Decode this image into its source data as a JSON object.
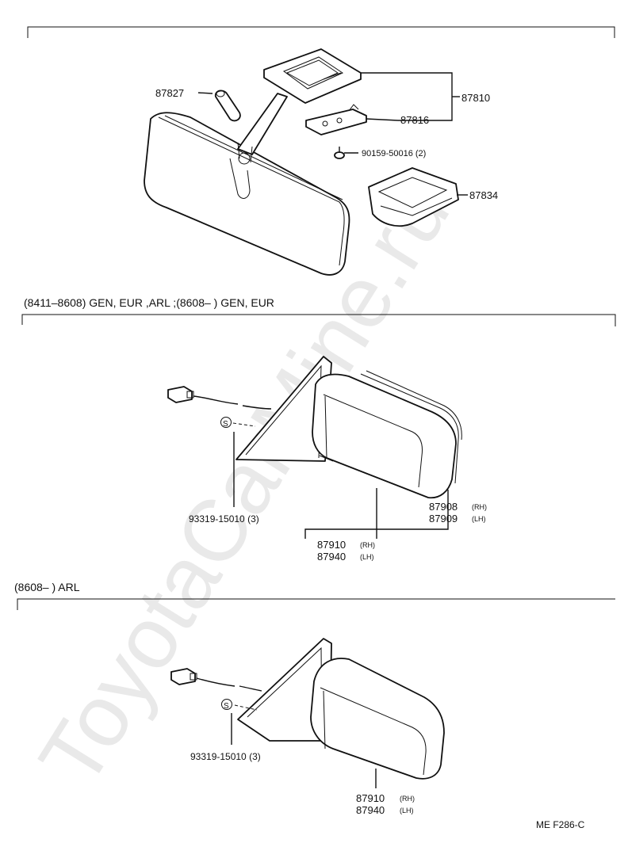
{
  "watermark": "ToyotaCarMine.ru",
  "section1": {
    "parts": {
      "p87827": "87827",
      "p87810": "87810",
      "p87816": "87816",
      "p90159": "90159-50016 (2)",
      "p87834": "87834"
    }
  },
  "section2": {
    "header": "(8411–8608) GEN, EUR ,ARL ;(8608–        ) GEN, EUR",
    "symbol_s": "S",
    "parts": {
      "screw": "93319-15010 (3)",
      "p87908": "87908",
      "p87908_side": "(RH)",
      "p87909": "87909",
      "p87909_side": "(LH)",
      "p87910": "87910",
      "p87910_side": "(RH)",
      "p87940": "87940",
      "p87940_side": "(LH)"
    }
  },
  "section3": {
    "header": "(8608–        ) ARL",
    "symbol_s": "S",
    "parts": {
      "screw": "93319-15010 (3)",
      "p87910": "87910",
      "p87910_side": "(RH)",
      "p87940": "87940",
      "p87940_side": "(LH)"
    }
  },
  "footer_code": "ME  F286-C"
}
